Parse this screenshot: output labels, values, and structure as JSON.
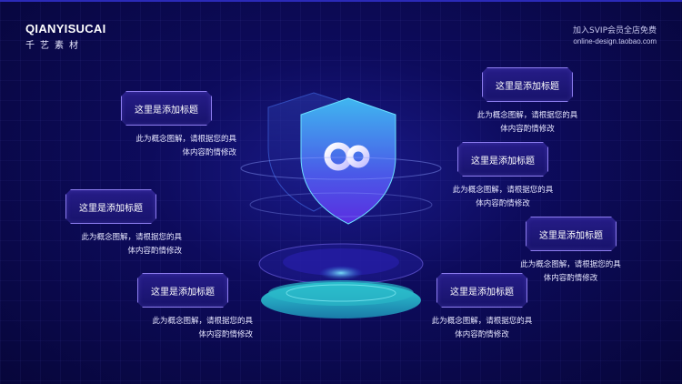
{
  "brand": {
    "en": "QIANYISUCAI",
    "cn": "千艺素材"
  },
  "promo": {
    "line1": "加入SVIP会员全店免费",
    "line2": "online-design.taobao.com"
  },
  "items": [
    {
      "title": "这里是添加标题",
      "desc1": "此为概念图解，请根据您的具",
      "desc2": "体内容酌情修改"
    },
    {
      "title": "这里是添加标题",
      "desc1": "此为概念图解，请根据您的具",
      "desc2": "体内容酌情修改"
    },
    {
      "title": "这里是添加标题",
      "desc1": "此为概念图解，请根据您的具",
      "desc2": "体内容酌情修改"
    },
    {
      "title": "这里是添加标题",
      "desc1": "此为概念图解，请根据您的具",
      "desc2": "体内容酌情修改"
    },
    {
      "title": "这里是添加标题",
      "desc1": "此为概念图解，请根据您的具",
      "desc2": "体内容酌情修改"
    },
    {
      "title": "这里是添加标题",
      "desc1": "此为概念图解，请根据您的具",
      "desc2": "体内容酌情修改"
    },
    {
      "title": "这里是添加标题",
      "desc1": "此为概念图解，请根据您的具",
      "desc2": "体内容酌情修改"
    }
  ],
  "colors": {
    "bg": "#0d0b5c",
    "accent": "#8d7df0",
    "cyan": "#27d6d8",
    "shield_top": "#3fb6f0",
    "shield_bottom": "#5a2ee0"
  },
  "icons": {
    "center": "infinity-shield-icon"
  }
}
